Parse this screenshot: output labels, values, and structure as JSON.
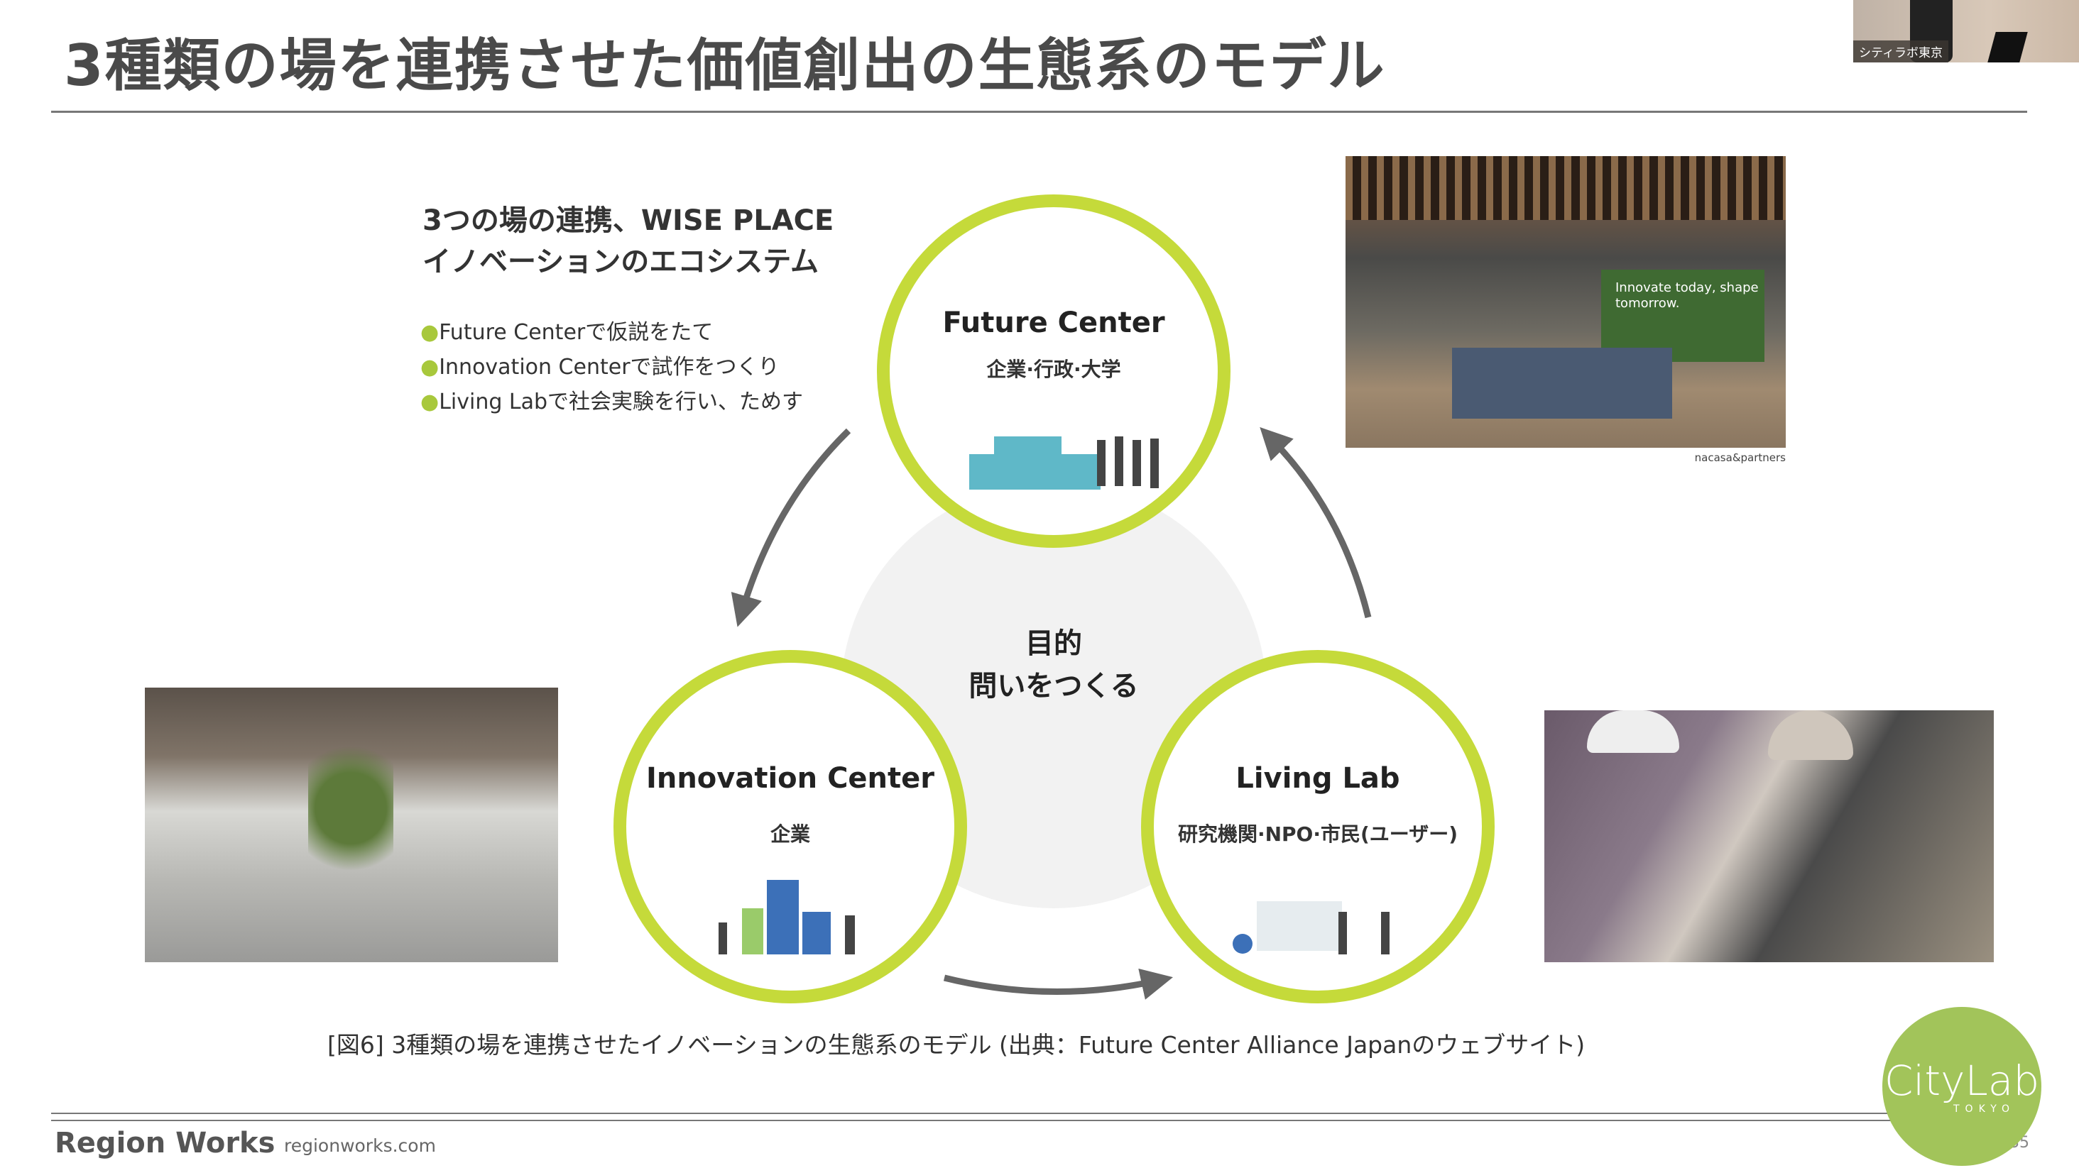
{
  "slide": {
    "title": "3種類の場を連携させた価値創出の生態系のモデル",
    "page_number": "35"
  },
  "webcam": {
    "label": "シティラボ東京"
  },
  "intro": {
    "heading_line1": "3つの場の連携、WISE PLACE",
    "heading_line2": "イノベーションのエコシステム",
    "bullets": [
      "Future Centerで仮説をたて",
      "Innovation Centerで試作をつくり",
      "Living Labで社会実験を行い、ためす"
    ]
  },
  "diagram": {
    "center_line1": "目的",
    "center_line2": "問いをつくる",
    "circles": [
      {
        "title": "Future Center",
        "subtitle": "企業·行政·大学"
      },
      {
        "title": "Innovation Center",
        "subtitle": "企業"
      },
      {
        "title": "Living Lab",
        "subtitle": "研究機関·NPO·市民(ユーザー)"
      }
    ],
    "accent_color": "#c5da3a"
  },
  "photos": {
    "future_center_sign": "Innovate today, shape tomorrow.",
    "credit": "nacasa&partners"
  },
  "caption": "[図6] 3種類の場を連携させたイノベーションの生態系のモデル (出典：Future Center Alliance Japanのウェブサイト)",
  "footer": {
    "brand": "Region Works",
    "url": "regionworks.com"
  },
  "logo": {
    "name": "CityLab",
    "sub": "TOKYO",
    "color": "#a2c45a"
  }
}
